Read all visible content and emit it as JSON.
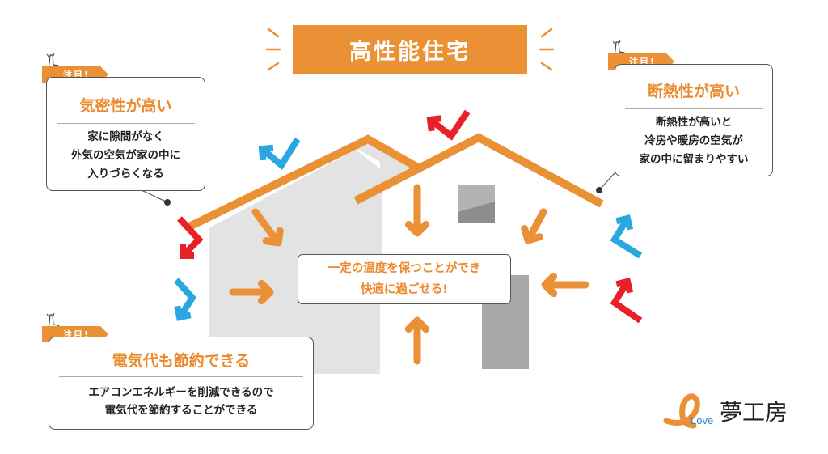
{
  "title": "高性能住宅",
  "colors": {
    "accent_orange": "#ea9035",
    "heading_orange": "#ea8a2a",
    "arrow_red": "#e8202a",
    "arrow_blue": "#2aa7e0",
    "wall_gray": "#e3e3e3",
    "window_gray": "#a8a8a8"
  },
  "callouts": [
    {
      "badge": "注目!",
      "heading": "気密性が高い",
      "lines": [
        "家に隙間がなく",
        "外気の空気が家の中に",
        "入りづらくなる"
      ]
    },
    {
      "badge": "注目!",
      "heading": "断熱性が高い",
      "lines": [
        "断熱性が高いと",
        "冷房や暖房の空気が",
        "家の中に留まりやすい"
      ]
    },
    {
      "badge": "注目!",
      "heading": "電気代も節約できる",
      "lines": [
        "エアコンエネルギーを削減できるので",
        "電気代を節約することができる"
      ]
    }
  ],
  "center_message": {
    "lines": [
      "一定の温度を保つことができ",
      "快適に過ごせる!"
    ]
  },
  "logo": {
    "love": "Love",
    "name": "夢工房"
  },
  "icons": {
    "badge_icon": "pointing-hand-icon",
    "outside_arrows": [
      "red-arrow-icon",
      "blue-arrow-icon"
    ],
    "inside_arrows": "orange-arrow-icon"
  }
}
